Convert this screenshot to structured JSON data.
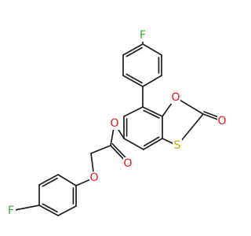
{
  "atoms": {
    "F_top": {
      "symbol": "F",
      "color": "#35b335"
    },
    "O_ring": {
      "symbol": "O",
      "color": "#e8161c"
    },
    "O_carbonyl_ring": {
      "symbol": "O",
      "color": "#e8161c"
    },
    "S_ring": {
      "symbol": "S",
      "color": "#c9a400"
    },
    "O_ester": {
      "symbol": "O",
      "color": "#e8161c"
    },
    "O_carbonyl_ester": {
      "symbol": "O",
      "color": "#e8161c"
    },
    "O_ether": {
      "symbol": "O",
      "color": "#e8161c"
    },
    "F_bottom": {
      "symbol": "F",
      "color": "#35b335"
    }
  },
  "bond_color": "#1f1f1f"
}
